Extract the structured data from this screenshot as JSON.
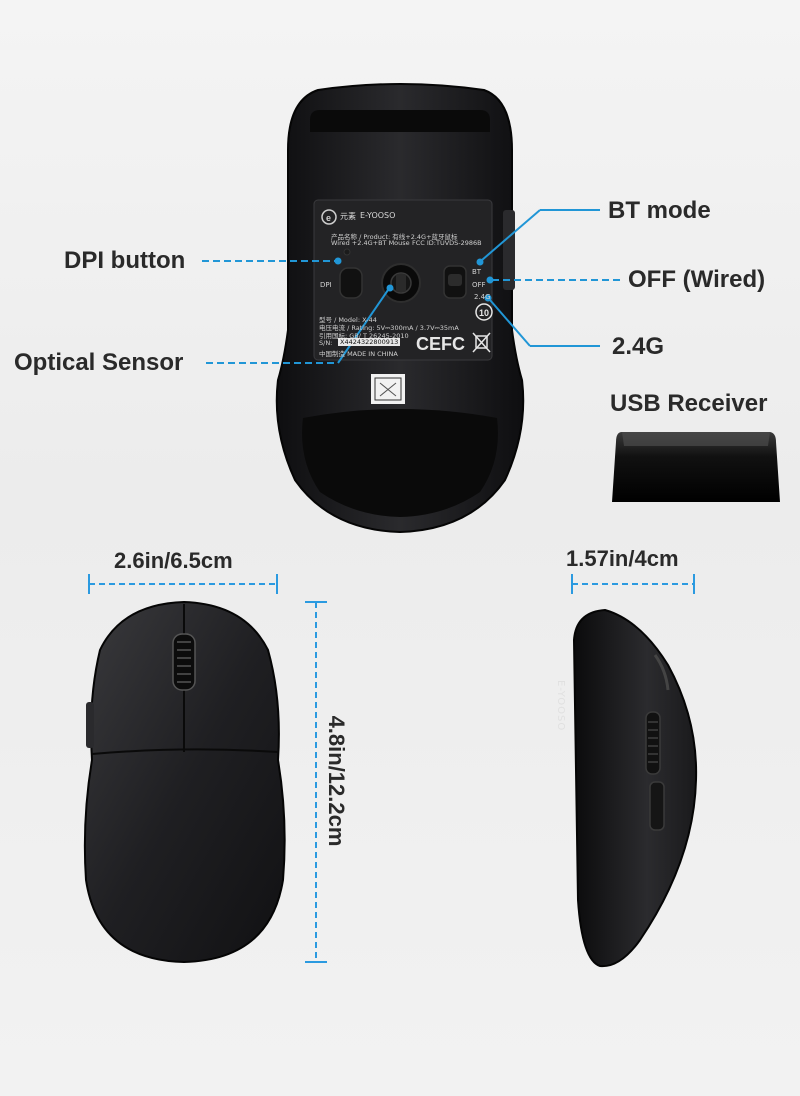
{
  "callouts": {
    "dpi_button": "DPI button",
    "optical_sensor": "Optical Sensor",
    "bt_mode": "BT mode",
    "off_wired": "OFF (Wired)",
    "band_24g": "2.4G",
    "usb_receiver": "USB Receiver"
  },
  "dimensions": {
    "width": "2.6in/6.5cm",
    "length": "4.8in/12.2cm",
    "height": "1.57in/4cm"
  },
  "label_sticker": {
    "brand_cn": "元素",
    "brand": "E-YOOSO",
    "product_line": "产品名称 / Product: 有线+2.4G+蓝牙鼠标",
    "wired_line": "Wired +2.4G+BT Mouse",
    "fcc_id": "FCC ID:TUVDS-2986B",
    "model": "型号 / Model: X-44",
    "rating": "电压电流 / Rating: 5V⎓300mA / 3.7V⎓35mA",
    "standard": "引用国标: GB/ T 26245-2010",
    "sn_label": "S/N:",
    "sn_value": "X4424322800913",
    "made_in": "中国制造  MADE IN CHINA"
  },
  "switch_labels": {
    "bt": "BT",
    "off": "OFF",
    "g24": "2.4G",
    "dpi": "DPI"
  },
  "side_brand": "E-YOOSO",
  "colors": {
    "callout_line": "#2196d6",
    "dimension_line": "#2b9ae0",
    "mouse_body": "#1d1d1f",
    "text": "#2a2a2a"
  }
}
